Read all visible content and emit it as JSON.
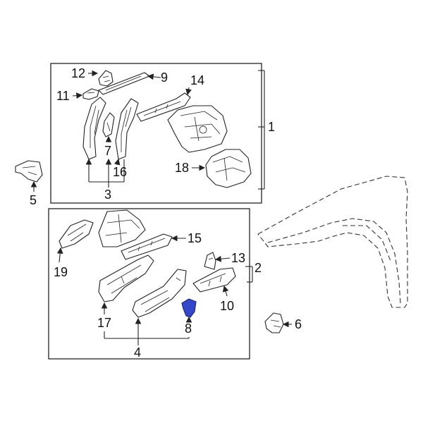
{
  "highlight_color": "#3447c9",
  "callouts": {
    "c1": "1",
    "c2": "2",
    "c3": "3",
    "c4": "4",
    "c5": "5",
    "c6": "6",
    "c7": "7",
    "c8": "8",
    "c9": "9",
    "c10": "10",
    "c11": "11",
    "c12": "12",
    "c13": "13",
    "c14": "14",
    "c15": "15",
    "c16": "16",
    "c17": "17",
    "c18": "18",
    "c19": "19"
  }
}
